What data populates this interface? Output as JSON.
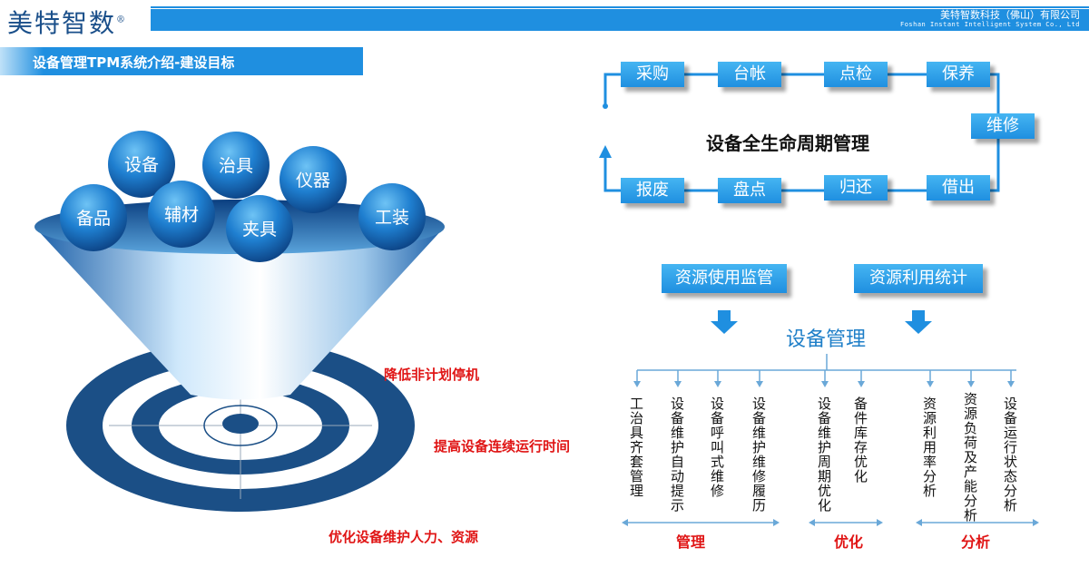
{
  "header": {
    "logo": "美特智数",
    "logo_mark": "®",
    "company_cn": "美特智数科技（佛山）有限公司",
    "company_en": "Foshan Instant Intelligent System Co., Ltd"
  },
  "page_title": "设备管理TPM系统介绍-建设目标",
  "funnel": {
    "spheres": [
      "设备",
      "治具",
      "仪器",
      "辅材",
      "备品",
      "夹具",
      "工装"
    ],
    "goals": [
      "降低非计划停机",
      "提高设备连续运行时间",
      "优化设备维护人力、资源"
    ]
  },
  "lifecycle": {
    "title": "设备全生命周期管理",
    "top_row": [
      "采购",
      "台帐",
      "点检",
      "保养"
    ],
    "right": "维修",
    "bottom_row": [
      "报废",
      "盘点",
      "归还",
      "借出"
    ]
  },
  "management": {
    "title": "设备管理",
    "sources": [
      "资源使用监管",
      "资源利用统计"
    ],
    "items": [
      "工治具齐套管理",
      "设备维护自动提示",
      "设备呼叫式维修",
      "设备维护维修履历",
      "设备维护周期优化",
      "备件库存优化",
      "资源利用率分析",
      "资源负荷及产能分析",
      "设备运行状态分析"
    ],
    "categories": [
      "管理",
      "优化",
      "分析"
    ]
  },
  "colors": {
    "accent": "#1f8fe0",
    "dark_blue": "#1a4f8a",
    "red": "#e01515"
  }
}
